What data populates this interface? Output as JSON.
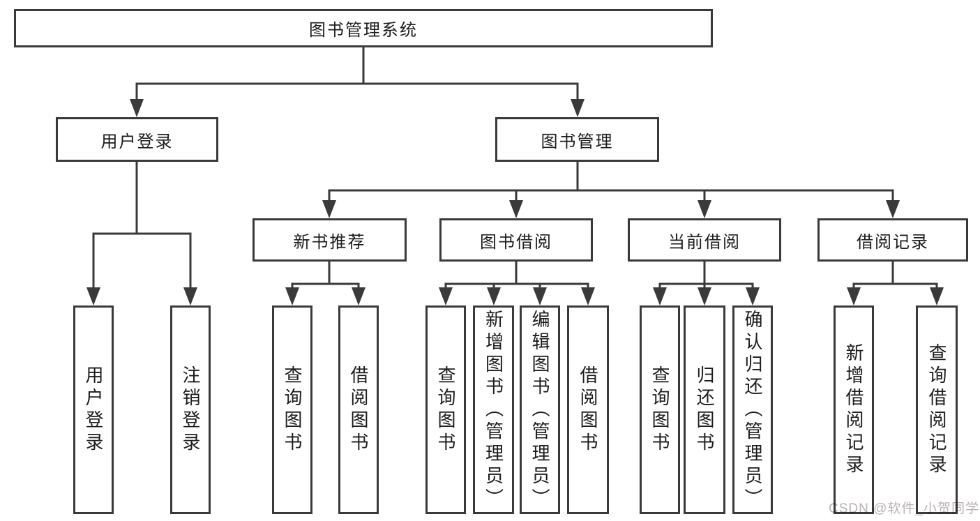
{
  "root": {
    "label": "图书管理系统"
  },
  "login": {
    "label": "用户登录",
    "children": [
      "用户登录",
      "注销登录"
    ]
  },
  "management": {
    "label": "图书管理",
    "sections": [
      {
        "label": "新书推荐",
        "children": [
          "查询图书",
          "借阅图书"
        ]
      },
      {
        "label": "图书借阅",
        "children": [
          "查询图书",
          "新增图书（管理员）",
          "编辑图书（管理员）",
          "借阅图书"
        ]
      },
      {
        "label": "当前借阅",
        "children": [
          "查询图书",
          "归还图书",
          "确认归还（管理员）"
        ]
      },
      {
        "label": "借阅记录",
        "children": [
          "新增借阅记录",
          "查询借阅记录"
        ]
      }
    ]
  },
  "watermark": {
    "text": "CSDN @软件_小贺同学"
  },
  "colors": {
    "line": "#3a3a3a",
    "border": "#3a3a3a",
    "text": "#1c1c1c",
    "background": "#ffffff",
    "watermark": "#b9b2b2"
  }
}
